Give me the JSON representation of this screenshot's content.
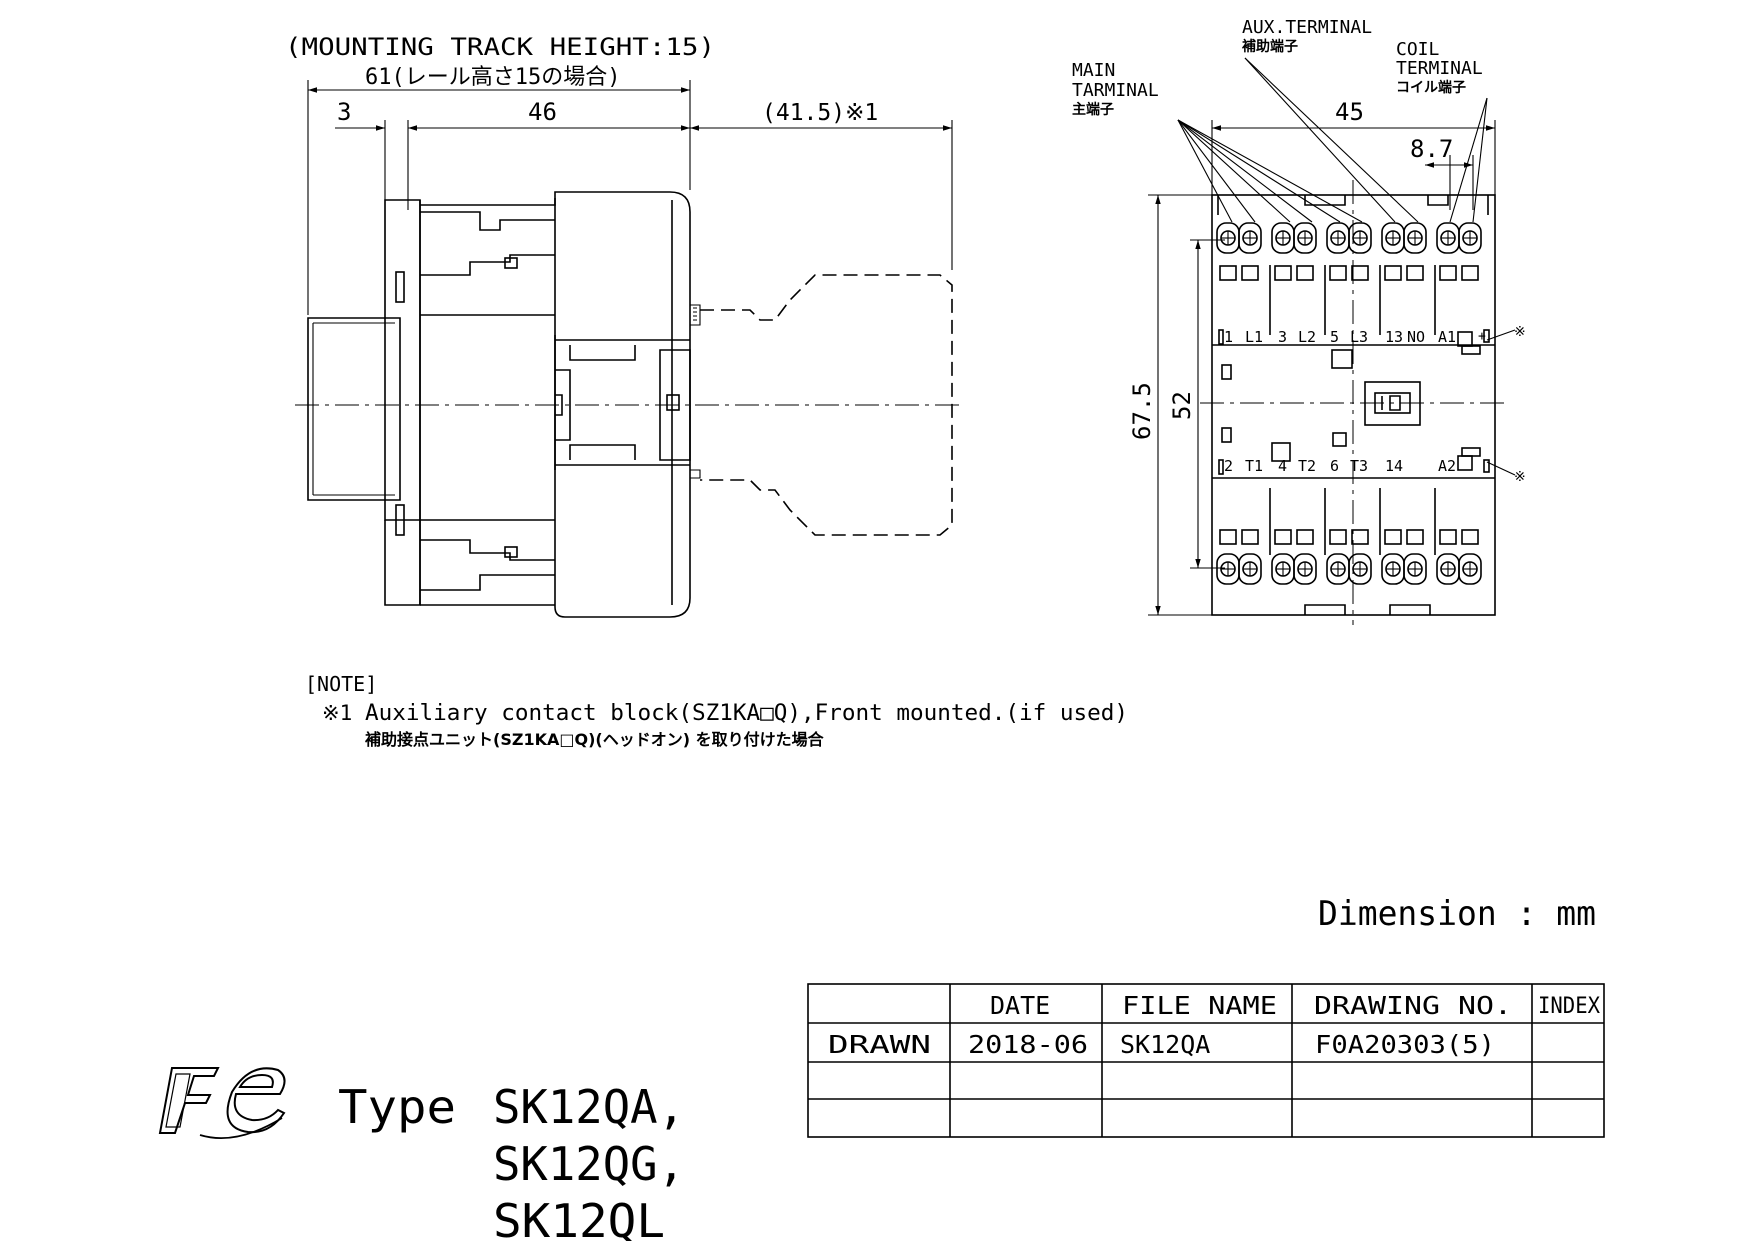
{
  "side_view": {
    "mounting_note_en": "(MOUNTING TRACK HEIGHT:15)",
    "mounting_note_jp": "61(レール高さ15の場合)",
    "dim_3": "3",
    "dim_46": "46",
    "dim_41_5": "(41.5)※1"
  },
  "front_view": {
    "aux_terminal_en": "AUX.TERMINAL",
    "aux_terminal_jp": "補助端子",
    "coil_terminal_en_1": "COIL",
    "coil_terminal_en_2": "TERMINAL",
    "coil_terminal_jp": "コイル端子",
    "main_terminal_en_1": "MAIN",
    "main_terminal_en_2": "TARMINAL",
    "main_terminal_jp": "主端子",
    "dim_45": "45",
    "dim_8_7": "8.7",
    "dim_67_5": "67.5",
    "dim_52": "52",
    "top_labels": [
      "1",
      "L1",
      "3",
      "L2",
      "5",
      "L3",
      "13",
      "NO",
      "A1",
      "+"
    ],
    "bottom_labels": [
      "2",
      "T1",
      "4",
      "T2",
      "6",
      "T3",
      "14",
      "A2"
    ],
    "asterisk": "※"
  },
  "note": {
    "heading": "[NOTE]",
    "mark": "※1",
    "line_en": "Auxiliary contact block(SZ1KA□Q),Front mounted.(if used)",
    "line_jp": "補助接点ユニット(SZ1KA□Q)(ヘッドオン) を取り付けた場合"
  },
  "dimension_unit": "Dimension : mm",
  "title_block": {
    "headers": [
      "",
      "DATE",
      "FILE NAME",
      "DRAWING NO.",
      "INDEX"
    ],
    "rows": [
      [
        "DRAWN",
        "2018-06",
        "SK12QA",
        "F0A20303(5)",
        ""
      ],
      [
        "",
        "",
        "",
        "",
        ""
      ],
      [
        "",
        "",
        "",
        "",
        ""
      ]
    ]
  },
  "type_label": {
    "prefix": "Type",
    "models": [
      "SK12QA,",
      "SK12QG,",
      "SK12QL"
    ]
  }
}
